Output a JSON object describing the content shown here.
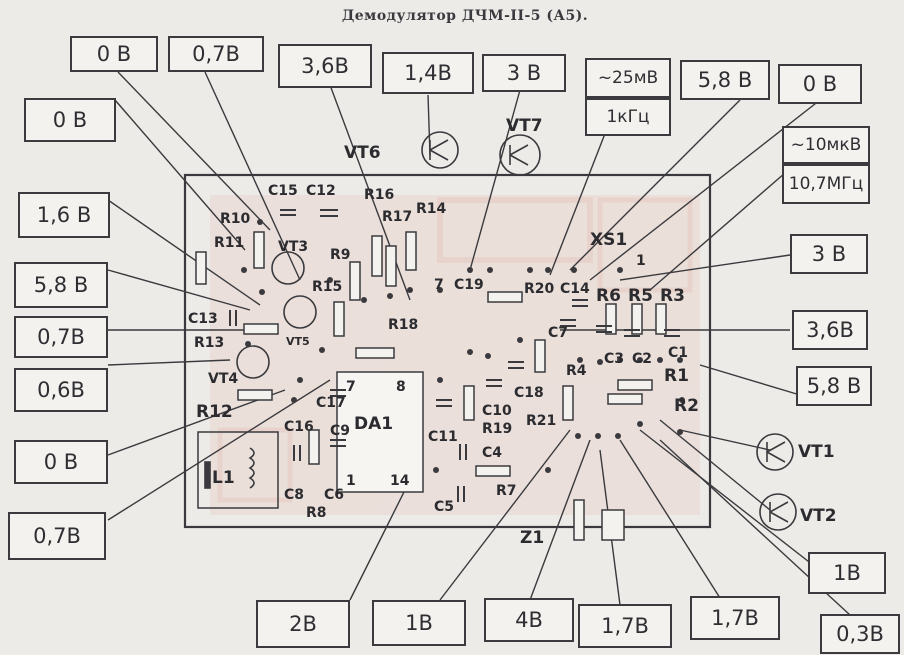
{
  "title": "Демодулятор ДЧМ-II-5 (А5).",
  "voltage_labels": {
    "top_1": "0 В",
    "top_2": "0,7В",
    "top_3": "3,6В",
    "top_4": "1,4В",
    "top_5": "3 В",
    "top_6": "~25мВ",
    "top_6b": "1кГц",
    "top_7": "5,8 В",
    "top_8": "0 В",
    "right_1a": "~10мкВ",
    "right_1b": "10,7МГц",
    "right_2": "3 В",
    "right_3": "3,6В",
    "right_4": "5,8 В",
    "right_5": "1В",
    "right_6": "0,3В",
    "left_1": "0 В",
    "left_2": "1,6 В",
    "left_3": "5,8 В",
    "left_4": "0,7В",
    "left_5": "0,6В",
    "left_6": "0 В",
    "left_7": "0,7В",
    "bottom_1": "2В",
    "bottom_2": "1В",
    "bottom_3": "4В",
    "bottom_4": "1,7В",
    "bottom_5": "1,7В"
  },
  "components": {
    "vt6": "VT6",
    "vt7": "VT7",
    "vt3": "VT3",
    "vt5": "VT5",
    "vt4": "VT4",
    "vt1": "VT1",
    "vt2": "VT2",
    "xs1": "XS1",
    "pin1": "1",
    "r10": "R10",
    "r11": "R11",
    "c15": "C15",
    "c12": "C12",
    "r16": "R16",
    "r17": "R17",
    "r14": "R14",
    "r9": "R9",
    "r15": "R15",
    "c13": "C13",
    "r13": "R13",
    "r18": "R18",
    "pin7": "7",
    "c19": "C19",
    "r20": "R20",
    "c14": "C14",
    "r6": "R6",
    "r5": "R5",
    "r3": "R3",
    "c7": "C7",
    "c3": "C3",
    "c2": "C2",
    "c1": "C1",
    "r4": "R4",
    "r1": "R1",
    "r2": "R2",
    "r12": "R12",
    "c17": "C17",
    "c9": "C9",
    "c16": "C16",
    "c8": "C8",
    "c6": "C6",
    "r8": "R8",
    "l1": "L1",
    "da1": "DA1",
    "da1_pin7": "7",
    "da1_pin8": "8",
    "da1_pin1": "1",
    "da1_pin14": "14",
    "c11": "C11",
    "c10": "C10",
    "r19": "R19",
    "c18": "C18",
    "r21": "R21",
    "c4": "C4",
    "r7": "R7",
    "c5": "C5",
    "z1": "Z1"
  }
}
